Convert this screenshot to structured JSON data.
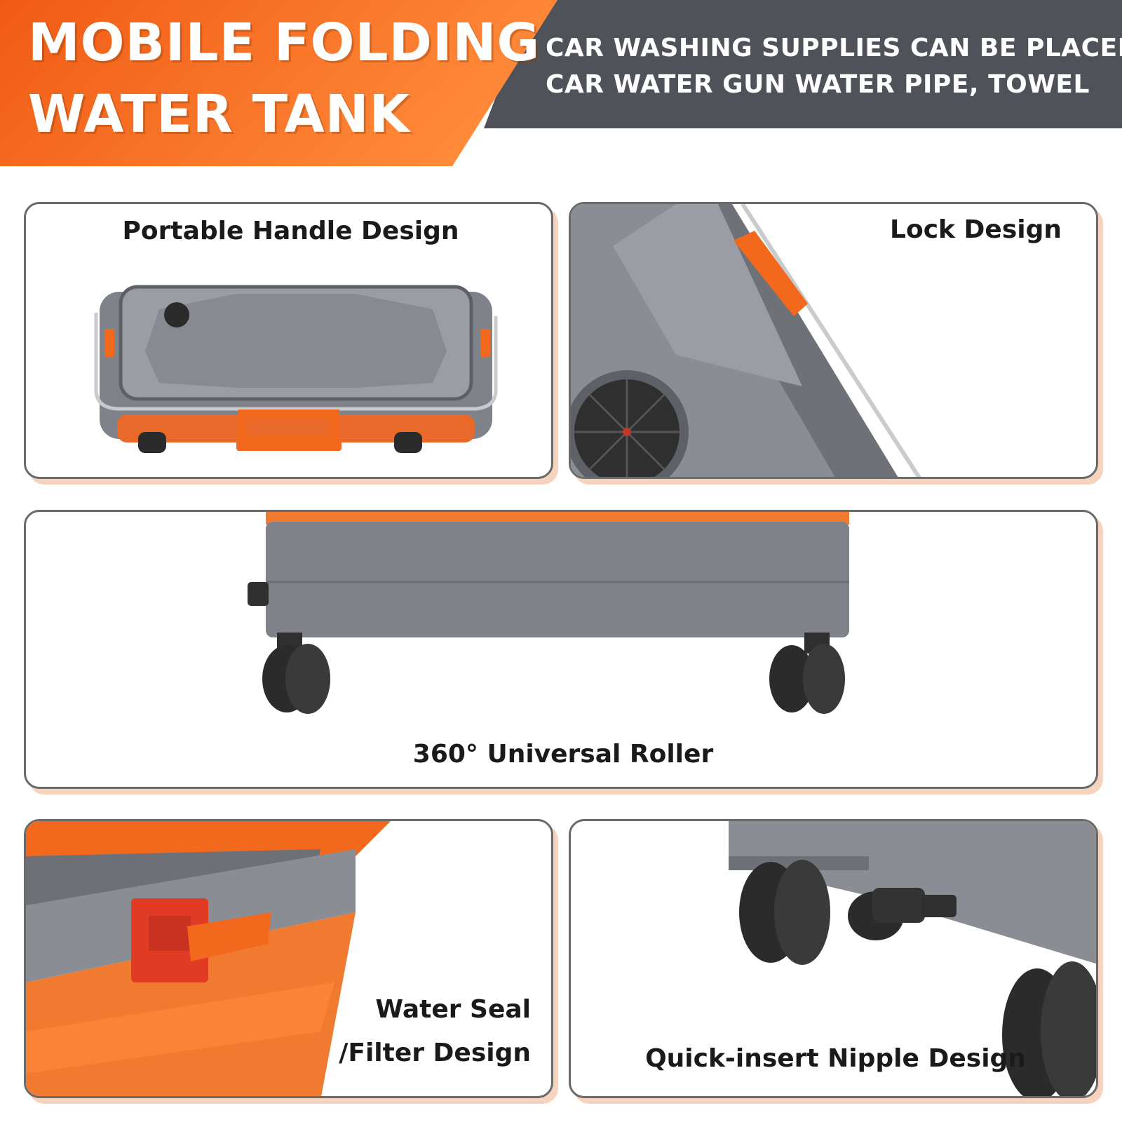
{
  "header": {
    "title_line1": "MOBILE FOLDING",
    "title_line2": "WATER TANK",
    "subtitle_line1": "CAR WASHING SUPPLIES CAN BE PLACED",
    "subtitle_line2": "CAR WATER GUN WATER PIPE, TOWEL"
  },
  "panels": {
    "handle": {
      "caption": "Portable Handle Design"
    },
    "lock": {
      "caption": "Lock Design"
    },
    "roller": {
      "caption": "360° Universal Roller"
    },
    "seal": {
      "caption_line1": "Water Seal",
      "caption_line2": "/Filter Design"
    },
    "nipple": {
      "caption": "Quick-insert Nipple Design"
    }
  },
  "colors": {
    "orange": "#f2691e",
    "orange_light": "#ff8a3a",
    "dark_gray": "#4f5258",
    "tank_gray": "#7f8288",
    "panel_border": "#6a6a6a",
    "panel_shadow": "#f6d3bc"
  }
}
